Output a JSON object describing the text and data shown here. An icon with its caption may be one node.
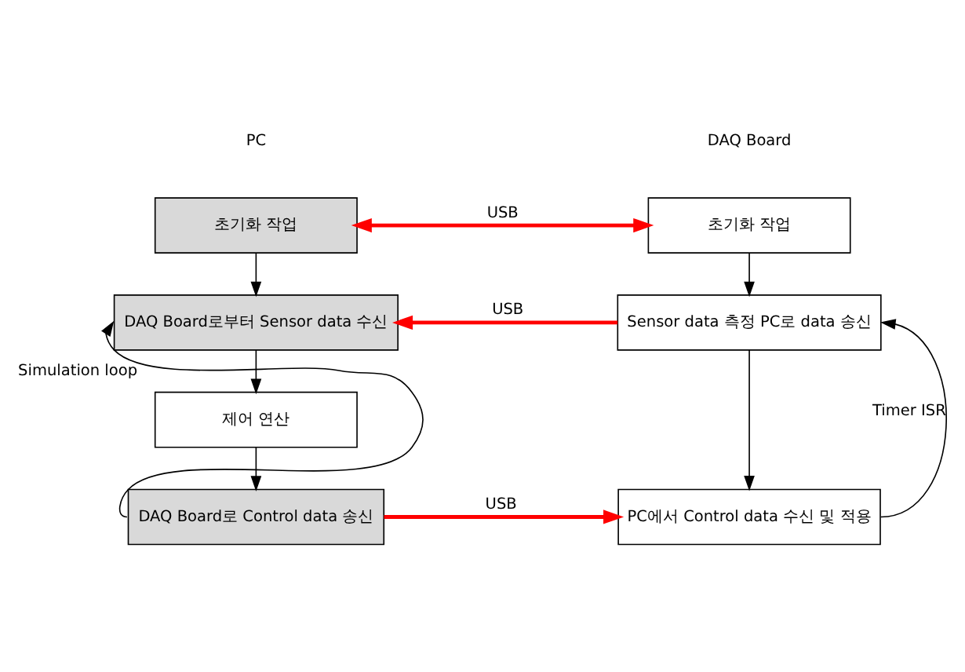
{
  "diagram": {
    "nodes": [
      {
        "text": [
          "초기화 작업"
        ]
      },
      {
        "text": [
          "초기화 작업"
        ]
      },
      {
        "text": [
          "DAQ Board로부터 Sensor data 수신"
        ]
      },
      {
        "text": [
          "Sensor data 측정 PC로 data 송신"
        ]
      },
      {
        "text": [
          "제어 연산"
        ]
      },
      {
        "text": [
          "DAQ Board로 Control data 송신"
        ]
      },
      {
        "text": [
          "PC에서 Control data 수신 및 적용"
        ]
      }
    ],
    "edges": [
      {
        "from": 0,
        "to": 1,
        "arrow": "both",
        "label": "USB",
        "style": "thick",
        "color": "#ff0000"
      },
      {
        "from": 0,
        "to": 2,
        "arrow": "to"
      },
      {
        "from": 3,
        "to": 2,
        "arrow": "to",
        "label": "USB",
        "style": "thick",
        "color": "#ff0000"
      },
      {
        "from": 2,
        "to": 4,
        "arrow": "to"
      },
      {
        "from": 4,
        "to": 5,
        "arrow": "to"
      },
      {
        "from": 5,
        "to": 6,
        "arrow": "to",
        "label": "USB",
        "style": "thick",
        "color": "#ff0000"
      },
      {
        "from": 1,
        "to": 3,
        "arrow": "to"
      },
      {
        "from": 3,
        "to": 6,
        "arrow": "to"
      },
      {
        "from": 5,
        "to": 2,
        "arrow": "to",
        "label": "Simulation loop"
      },
      {
        "from": 6,
        "to": 3,
        "arrow": "to",
        "label": "Timer ISR"
      }
    ],
    "labels": [
      "PC",
      "DAQ Board"
    ]
  }
}
